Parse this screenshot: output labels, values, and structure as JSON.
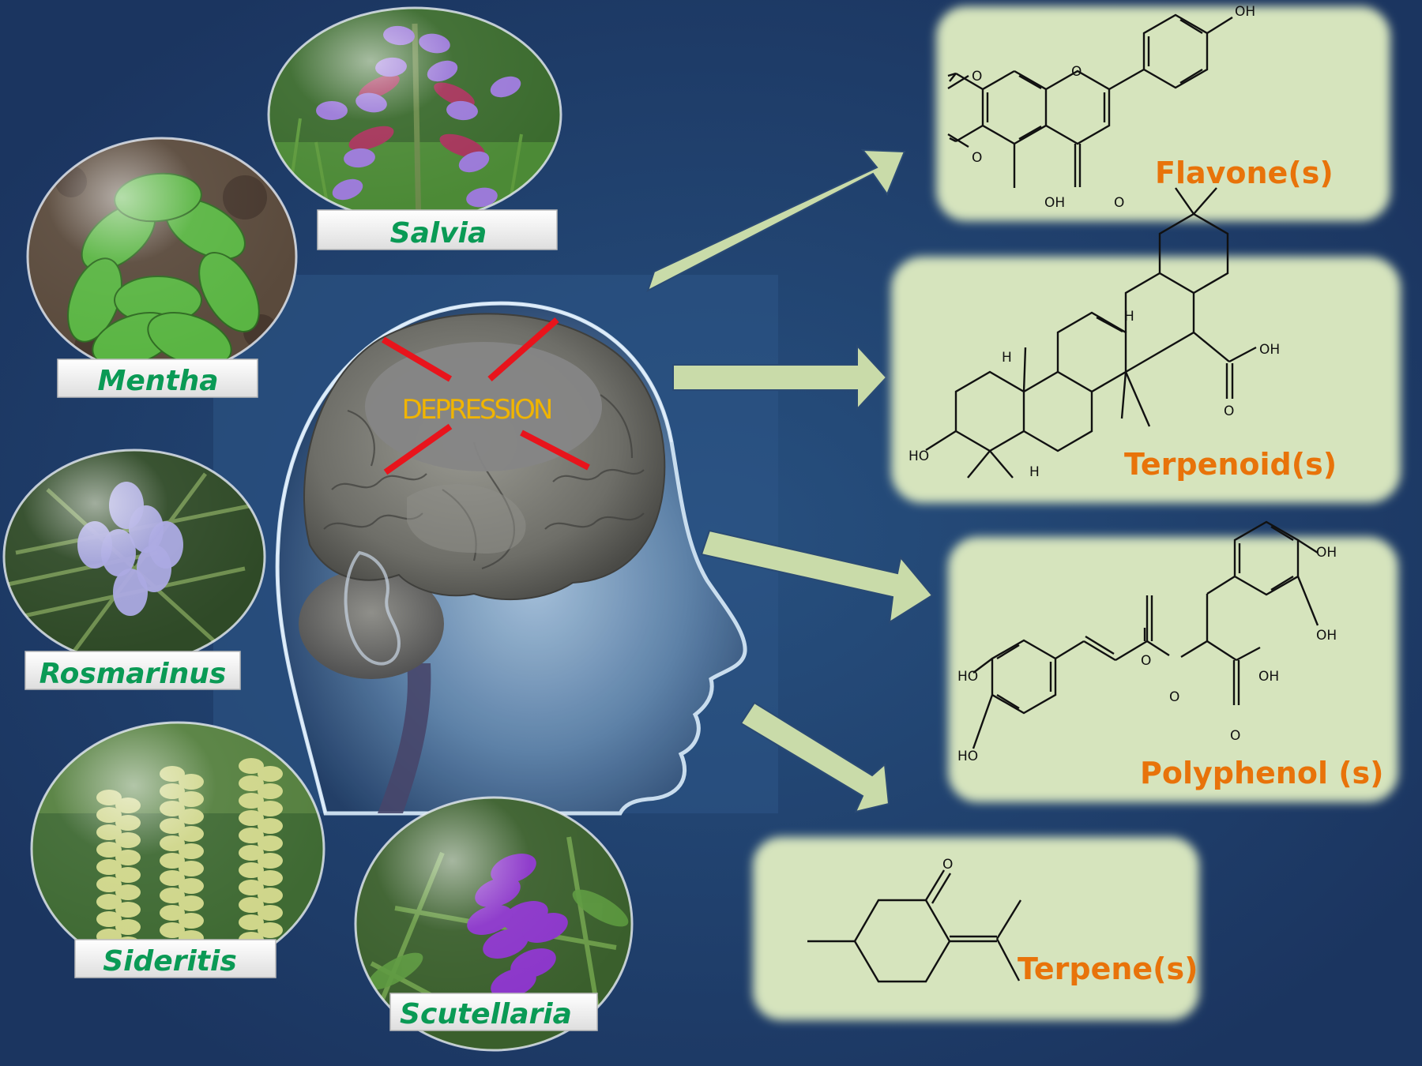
{
  "center": {
    "label": "DEPRESSION",
    "label_color": "#f0b400",
    "cross_color": "#e8141c"
  },
  "plants": [
    {
      "id": "salvia",
      "name": "Salvia",
      "flower": "#9b7ad8"
    },
    {
      "id": "mentha",
      "name": "Mentha",
      "flower": "#5ab543"
    },
    {
      "id": "rosmarinus",
      "name": "Rosmarinus",
      "flower": "#a9a7e2"
    },
    {
      "id": "sideritis",
      "name": "Sideritis",
      "flower": "#cfd68a"
    },
    {
      "id": "scutellaria",
      "name": "Scutellaria",
      "flower": "#8a34c9"
    }
  ],
  "compounds": [
    {
      "id": "flavone",
      "label": "Flavone(s)"
    },
    {
      "id": "terpenoid",
      "label": "Terpenoid(s)"
    },
    {
      "id": "polyphenol",
      "label": "Polyphenol (s)"
    },
    {
      "id": "terpene",
      "label": "Terpene(s)"
    }
  ],
  "atoms": {
    "flavone": [
      "OH",
      "O",
      "O",
      "O",
      "OH",
      "O"
    ],
    "terpenoid": [
      "H",
      "H",
      "OH",
      "O",
      "HO",
      "H"
    ],
    "polyphenol": [
      "OH",
      "OH",
      "O",
      "HO",
      "O",
      "OH",
      "HO",
      "O"
    ],
    "terpene": [
      "O"
    ]
  },
  "colors": {
    "background": "#1b3560",
    "panel": "#d6e4bd",
    "arrow": "#c9dba9",
    "label_bar": "#f4f4f4",
    "plant_text": "#0a9a55",
    "class_text": "#e8730a"
  }
}
